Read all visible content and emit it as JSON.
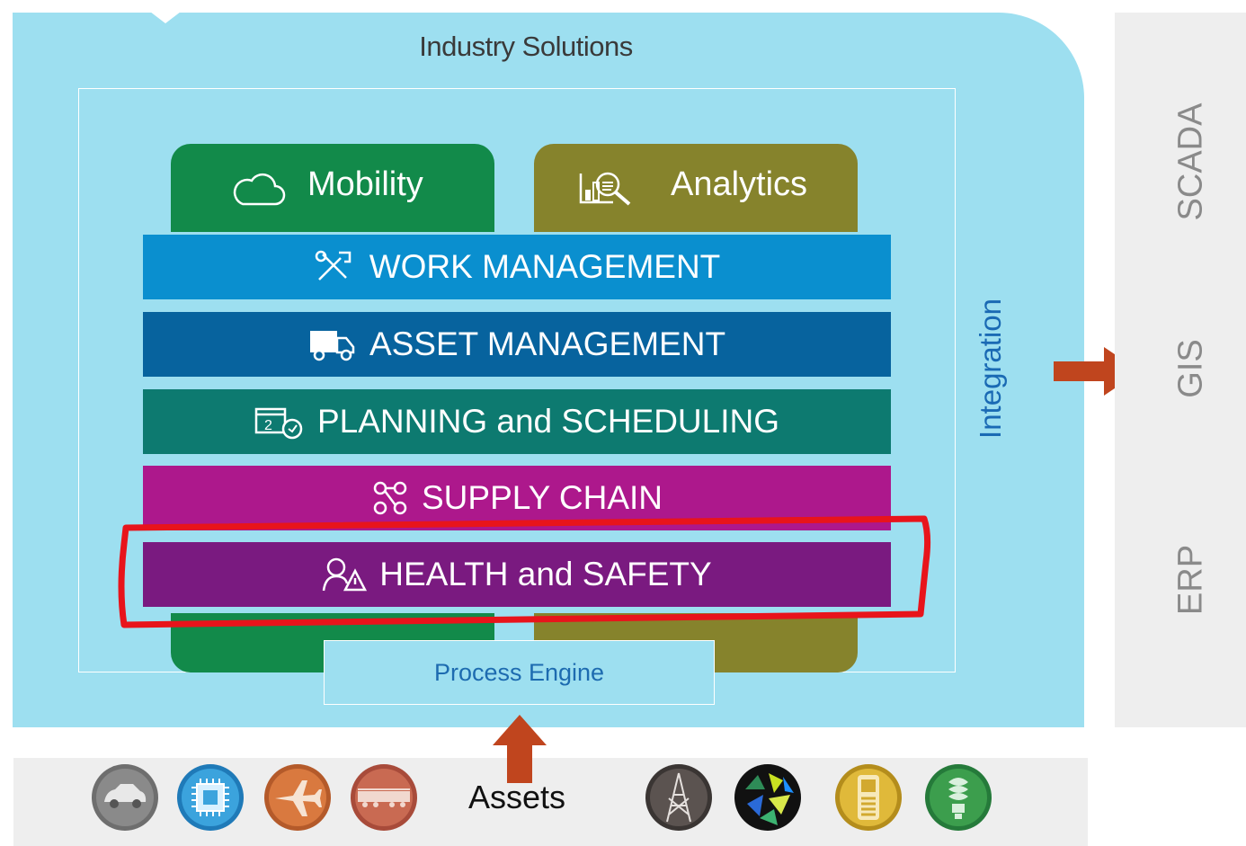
{
  "title": "Industry Solutions",
  "top_tiles": [
    {
      "label": "Mobility",
      "icon": "cloud-icon"
    },
    {
      "label": "Analytics",
      "icon": "analytics-chart-icon"
    }
  ],
  "bars": [
    {
      "label": "WORK MANAGEMENT",
      "icon": "tools-icon",
      "color": "#0a8fcf"
    },
    {
      "label": "ASSET MANAGEMENT",
      "icon": "truck-icon",
      "color": "#07639e"
    },
    {
      "label": "PLANNING and SCHEDULING",
      "icon": "calendar-clock-icon",
      "color": "#0d7a70"
    },
    {
      "label": "SUPPLY CHAIN",
      "icon": "network-nodes-icon",
      "color": "#ad188c"
    },
    {
      "label": "HEALTH and SAFETY",
      "icon": "person-warning-icon",
      "color": "#7a1a80"
    }
  ],
  "process_engine": "Process Engine",
  "integration": "Integration",
  "external_systems": [
    "SCADA",
    "GIS",
    "ERP"
  ],
  "assets": {
    "label": "Assets",
    "icons": [
      "car-icon",
      "chip-icon",
      "airplane-icon",
      "train-icon",
      "oil-rig-icon",
      "pattern-icon",
      "phone-icon",
      "bulb-icon"
    ]
  },
  "colors": {
    "panel": "#9ddff0",
    "green_tile": "#128a4a",
    "olive_tile": "#86832c",
    "arrow": "#c0451e",
    "highlight": "#e8141b"
  }
}
